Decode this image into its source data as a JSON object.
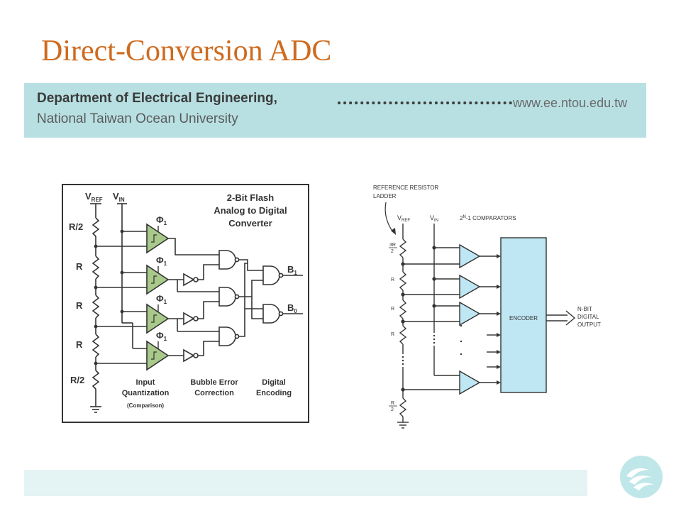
{
  "slide": {
    "title": "Direct-Conversion ADC",
    "department": "Department of Electrical Engineering,",
    "university": "National Taiwan Ocean University",
    "url": "www.ee.ntou.edu.tw"
  },
  "flash_diagram": {
    "title_line1": "2-Bit Flash",
    "title_line2": "Analog to Digital",
    "title_line3": "Converter",
    "vref": "V",
    "vref_sub": "REF",
    "vin": "V",
    "vin_sub": "IN",
    "resistors": [
      "R/2",
      "R",
      "R",
      "R",
      "R/2"
    ],
    "clock": "Φ",
    "clock_sub": "1",
    "b1": "B",
    "b1_sub": "1",
    "b0": "B",
    "b0_sub": "0",
    "stage1_line1": "Input",
    "stage1_line2": "Quantization",
    "stage1_note": "(Comparison)",
    "stage2_line1": "Bubble Error",
    "stage2_line2": "Correction",
    "stage3_line1": "Digital",
    "stage3_line2": "Encoding",
    "colors": {
      "comparator": "#a8c98a",
      "border": "#333333"
    }
  },
  "generic_diagram": {
    "ladder_label_line1": "REFERENCE RESISTOR",
    "ladder_label_line2": "LADDER",
    "vref": "V",
    "vref_sub": "REF",
    "vin": "V",
    "vin_sub": "IN",
    "comparators_label_pre": "2",
    "comparators_label_sup": "N",
    "comparators_label_post": "-1 COMPARATORS",
    "res_top": "3R",
    "res_top_den": "2",
    "resistors": [
      "R",
      "R",
      "R"
    ],
    "res_bottom": "R",
    "res_bottom_den": "2",
    "encoder": "ENCODER",
    "output_line1": "N-BIT",
    "output_line2": "DIGITAL",
    "output_line3": "OUTPUT",
    "colors": {
      "fill": "#bfe6f3",
      "stroke": "#333333"
    }
  }
}
